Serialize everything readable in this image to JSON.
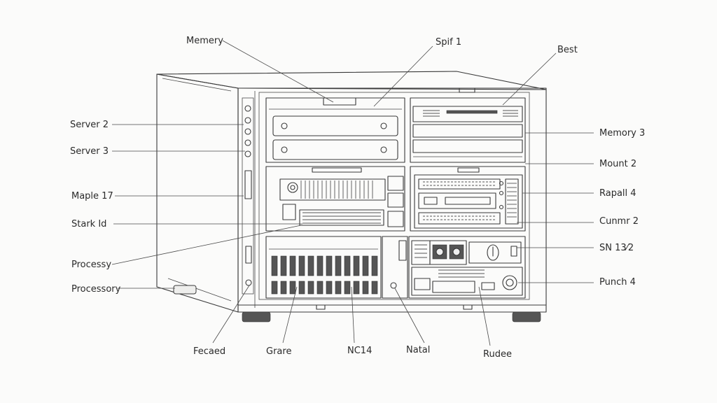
{
  "labels": {
    "memory": "Memery",
    "spit": "Spif 1",
    "best": "Best",
    "server2": "Server 2",
    "server3": "Server 3",
    "maple": "Maple 17",
    "stark": "Stark Id",
    "processy": "Processy",
    "processory": "Processory",
    "memory3": "Memory 3",
    "mount2": "Mount 2",
    "rapall": "Rapall 4",
    "cunmr": "Cunmr 2",
    "sn": "SN 13⁄2",
    "punch": "Punch 4",
    "fecaed": "Fecaed",
    "grare": "Grare",
    "nc": "NC14",
    "natal": "Natal",
    "rudee": "Rudee"
  }
}
